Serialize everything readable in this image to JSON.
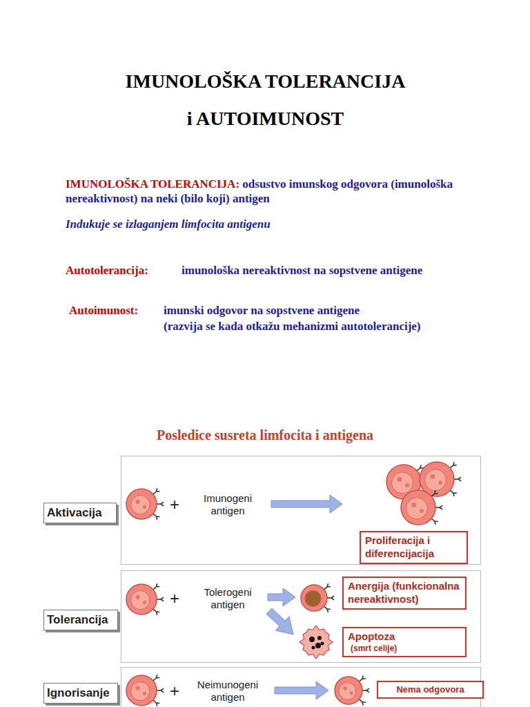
{
  "diagram": {
    "title": "IMUNOLOŠKA TOLERANCIJA i AUTOIMUNOST",
    "nodes": [
      {
        "text": [
          "Aktivacija"
        ]
      },
      {
        "text": [
          "+",
          "Imunogeni antigen"
        ]
      },
      {
        "text": [
          "Proliferacija i diferencijacija"
        ],
        "in": 1
      },
      {
        "text": [
          "Tolerancija"
        ]
      },
      {
        "text": [
          "+",
          "Tolerogeni antigen"
        ]
      },
      {
        "text": [
          "Anergija (funkcionalna nereaktivnost)"
        ],
        "in": 4
      },
      {
        "text": [
          "Apoptoza",
          "(smrt celije)"
        ],
        "in": 4
      },
      {
        "text": [
          "Ignorisanje"
        ]
      },
      {
        "text": [
          "+",
          "Neimunogeni antigen"
        ]
      },
      {
        "text": [
          "Nema odgovora"
        ],
        "in": 8
      }
    ],
    "labels": [
      "IMUNOLOŠKA TOLERANCIJA:",
      "odsustvo imunskog odgovora (imunološka nereaktivnost) na neki (bilo koji) antigen",
      "Indukuje se izlaganjem limfocita antigenu",
      "Autotolerancija:",
      "imunološka nereaktivnost na sopstvene antigene",
      "Autoimunost:",
      "imunski odgovor na sopstvene antigene",
      "(razvija se kada otkažu mehanizmi autotolerancije)",
      "Posledice susreta limfocita i antigena"
    ]
  }
}
